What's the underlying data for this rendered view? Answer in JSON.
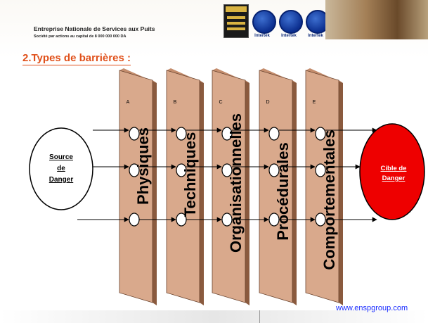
{
  "header": {
    "company_name": "Entreprise Nationale de Services aux Puits",
    "company_sub": "Société par actions au capital de 8 000 000 000 DA",
    "certifications": [
      "Intertek",
      "Intertek",
      "Intertek"
    ]
  },
  "title": "2.Types de barrières :",
  "diagram": {
    "source_label": [
      "Source",
      "de",
      "Danger"
    ],
    "target_label": [
      "Cible de",
      "Danger"
    ],
    "barriers": [
      {
        "letter": "A",
        "label": "Physiques"
      },
      {
        "letter": "B",
        "label": "Techniques"
      },
      {
        "letter": "C",
        "label": "Organisationnelles"
      },
      {
        "letter": "D",
        "label": "Procédurales"
      },
      {
        "letter": "E",
        "label": "Comportementales"
      }
    ],
    "colors": {
      "barrier": "#d9a98c",
      "barrier_side": "#8a5a3e",
      "target": "#ee0000",
      "source": "#ffffff"
    }
  },
  "footer": {
    "link": "www.enspgroup.com"
  }
}
